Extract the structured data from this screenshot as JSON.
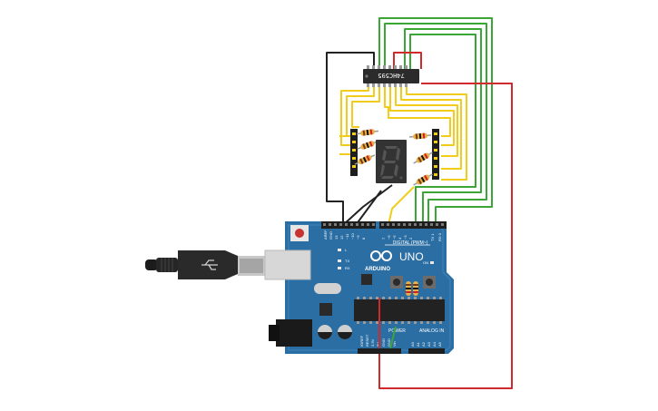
{
  "shift_register": {
    "label": "74HC595"
  },
  "seven_segment": {
    "digit": "8."
  },
  "arduino": {
    "brand": "ARDUINO",
    "model": "UNO",
    "digital_label": "DIGITAL (PWM~)",
    "analog_label": "ANALOG IN",
    "power_label": "POWER",
    "on_label": "ON",
    "tx_label": "TX",
    "rx_label": "RX",
    "l_label": "L",
    "aref_label": "AREF",
    "gnd_label": "GND",
    "reset_label": "RESET",
    "ioref_label": "IOREF",
    "digital_pins": [
      "13",
      "12",
      "~11",
      "~10",
      "~9",
      "8",
      "7",
      "~6",
      "~5",
      "4",
      "~3",
      "2",
      "TX 1",
      "RX 0"
    ],
    "analog_pins": [
      "A0",
      "A1",
      "A2",
      "A3",
      "A4",
      "A5"
    ],
    "power_pins": [
      "3.3V",
      "5V",
      "GND",
      "GND",
      "Vin"
    ]
  },
  "colors": {
    "board": "#2b6ea3",
    "wire_yellow": "#f2cc1b",
    "wire_green": "#3aa635",
    "wire_red": "#d12a2a",
    "wire_black": "#222222",
    "resistor": "#e8b04a"
  }
}
